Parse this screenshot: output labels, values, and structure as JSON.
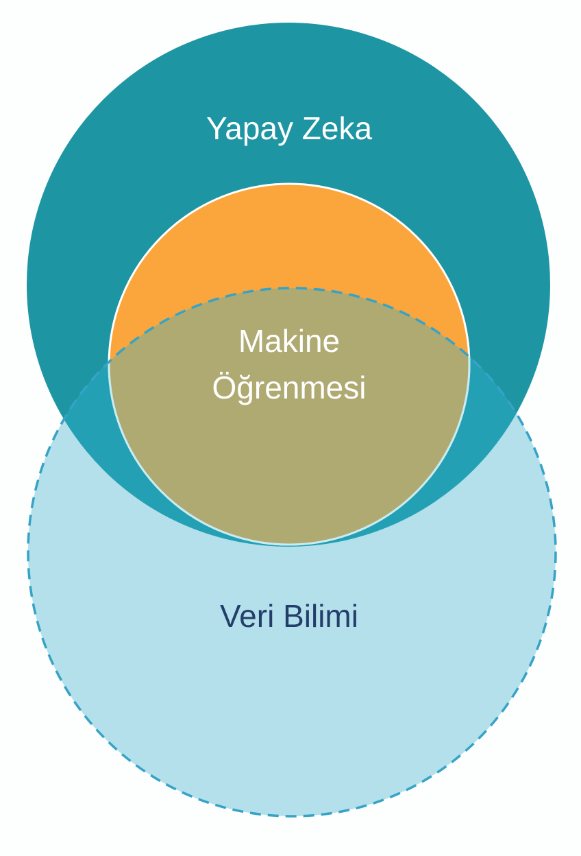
{
  "diagram": {
    "type": "venn",
    "sets": [
      {
        "id": "ai",
        "label": "Yapay Zeka",
        "color": "#1E95A3",
        "text_color": "#ffffff"
      },
      {
        "id": "ml",
        "label_line1": "Makine",
        "label_line2": "Öğrenmesi",
        "color": "#FBA63C",
        "text_color": "#ffffff"
      },
      {
        "id": "ds",
        "label": "Veri Bilimi",
        "color": "#B3E0EA",
        "text_color": "#243E6A"
      }
    ],
    "overlap_colors": {
      "ai_ds": "#24A0B4",
      "ml_ds": "#AFA972"
    },
    "stroke_colors": {
      "ml": "#ffffff",
      "ds_dashed": "#36A3C6"
    }
  }
}
